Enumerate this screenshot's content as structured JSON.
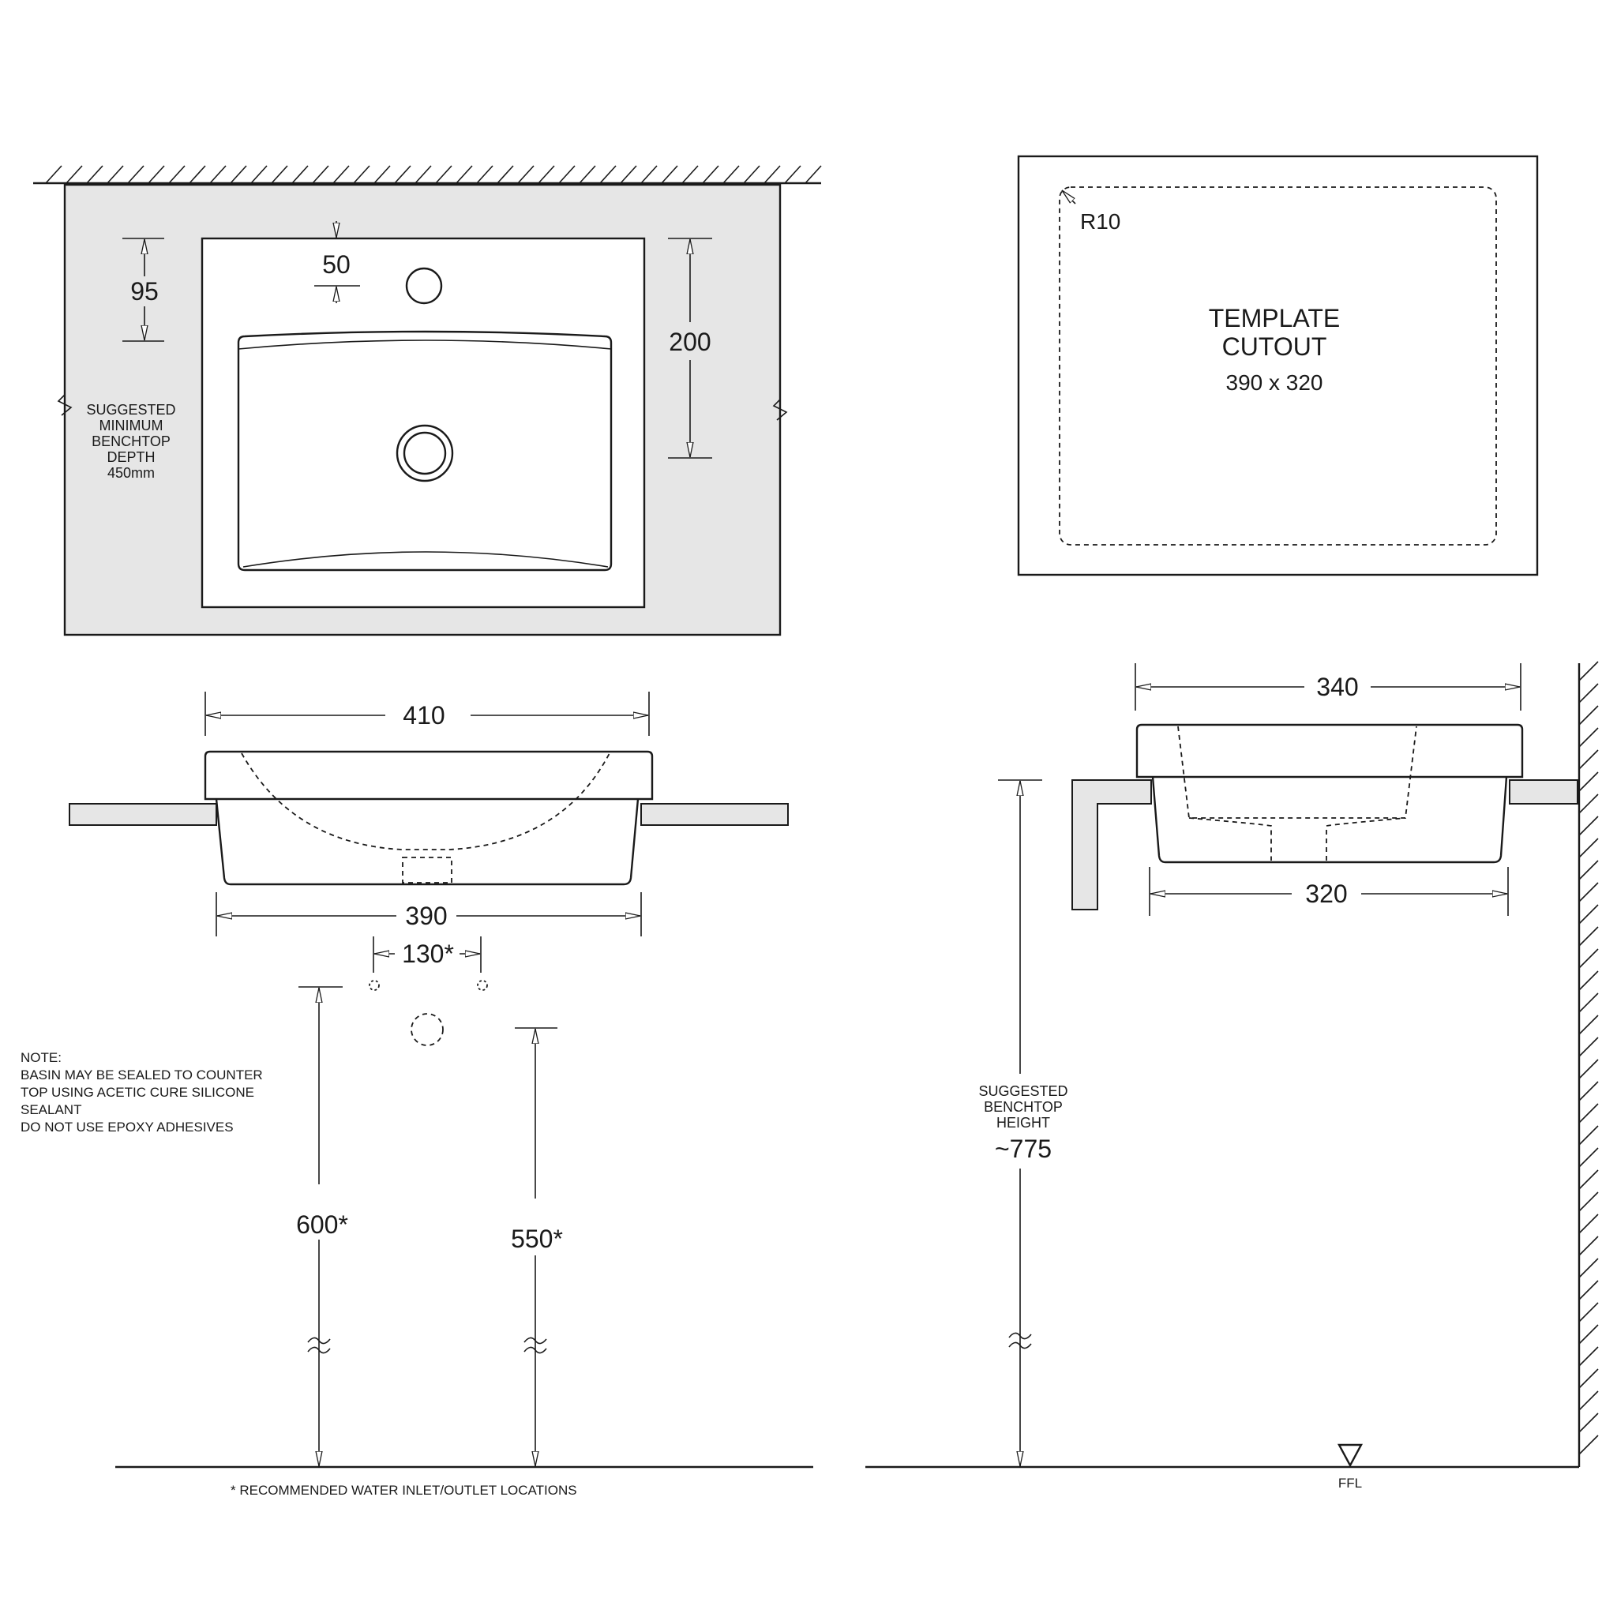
{
  "colors": {
    "line": "#1a1a1a",
    "benchtop_fill": "#e6e6e6",
    "background": "#ffffff"
  },
  "plan_view": {
    "dim_95": "95",
    "dim_50": "50",
    "dim_200": "200",
    "benchtop_depth_note": [
      "SUGGESTED",
      "MINIMUM",
      "BENCHTOP",
      "DEPTH",
      "450mm"
    ]
  },
  "template": {
    "radius_label": "R10",
    "title_line1": "TEMPLATE",
    "title_line2": "CUTOUT",
    "size": "390 x 320"
  },
  "front_view": {
    "dim_410": "410",
    "dim_390": "390",
    "dim_130": "130*",
    "dim_600": "600*",
    "dim_550": "550*",
    "note_lines": [
      "NOTE:",
      "BASIN MAY BE SEALED TO COUNTER",
      "TOP USING ACETIC CURE SILICONE",
      "SEALANT",
      "DO NOT USE EPOXY ADHESIVES"
    ],
    "footnote": "* RECOMMENDED WATER INLET/OUTLET LOCATIONS"
  },
  "side_view": {
    "dim_340": "340",
    "dim_320": "320",
    "height_label": [
      "SUGGESTED",
      "BENCHTOP",
      "HEIGHT"
    ],
    "height_value": "~775",
    "ffl": "FFL"
  }
}
